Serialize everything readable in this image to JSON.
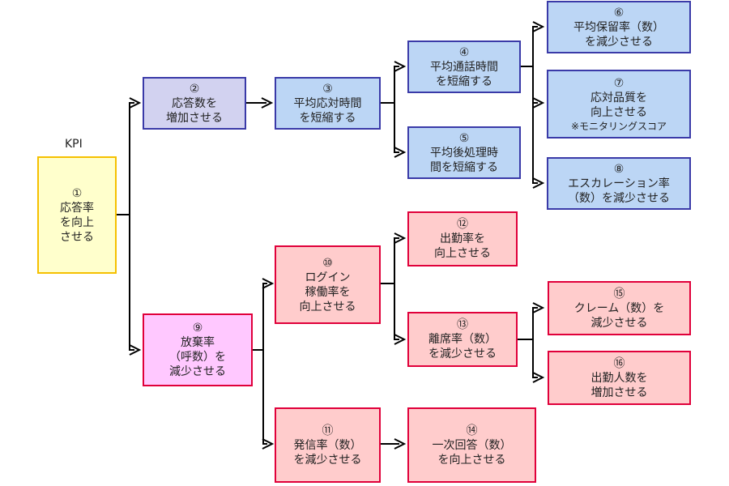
{
  "kpi_label": "KPI",
  "nodes": {
    "n1": {
      "num": "①",
      "lines": [
        "応答率",
        "を向上",
        "させる"
      ]
    },
    "n2": {
      "num": "②",
      "lines": [
        "応答数を",
        "増加させる"
      ]
    },
    "n3": {
      "num": "③",
      "lines": [
        "平均応対時間",
        "を短縮する"
      ]
    },
    "n4": {
      "num": "④",
      "lines": [
        "平均通話時間",
        "を短縮する"
      ]
    },
    "n5": {
      "num": "⑤",
      "lines": [
        "平均後処理時",
        "間を短縮する"
      ]
    },
    "n6": {
      "num": "⑥",
      "lines": [
        "平均保留率（数）",
        "を減少させる"
      ]
    },
    "n7": {
      "num": "⑦",
      "lines": [
        "応対品質を",
        "向上させる"
      ],
      "note": "※モニタリングスコア"
    },
    "n8": {
      "num": "⑧",
      "lines": [
        "エスカレーション率",
        "（数）を減少させる"
      ]
    },
    "n9": {
      "num": "⑨",
      "lines": [
        "放棄率",
        "（呼数）を",
        "減少させる"
      ]
    },
    "n10": {
      "num": "⑩",
      "lines": [
        "ログイン",
        "稼働率を",
        "向上させる"
      ]
    },
    "n11": {
      "num": "⑪",
      "lines": [
        "発信率（数）",
        "を減少させる"
      ]
    },
    "n12": {
      "num": "⑫",
      "lines": [
        "出勤率を",
        "向上させる"
      ]
    },
    "n13": {
      "num": "⑬",
      "lines": [
        "離席率（数）",
        "を減少させる"
      ]
    },
    "n14": {
      "num": "⑭",
      "lines": [
        "一次回答（数）",
        "を向上させる"
      ]
    },
    "n15": {
      "num": "⑮",
      "lines": [
        "クレーム（数）を",
        "減少させる"
      ]
    },
    "n16": {
      "num": "⑯",
      "lines": [
        "出勤人数を",
        "増加させる"
      ]
    }
  },
  "colors": {
    "kpi_fill": "#ffffcc",
    "kpi_border": "#f5c000",
    "purple_fill": "#d2d2f0",
    "blue_fill": "#bcd6f5",
    "blue_border": "#3a3aa8",
    "pink_fill": "#ffc8ff",
    "red_fill": "#ffcccc",
    "red_border": "#e0003a",
    "connector": "#000000"
  }
}
